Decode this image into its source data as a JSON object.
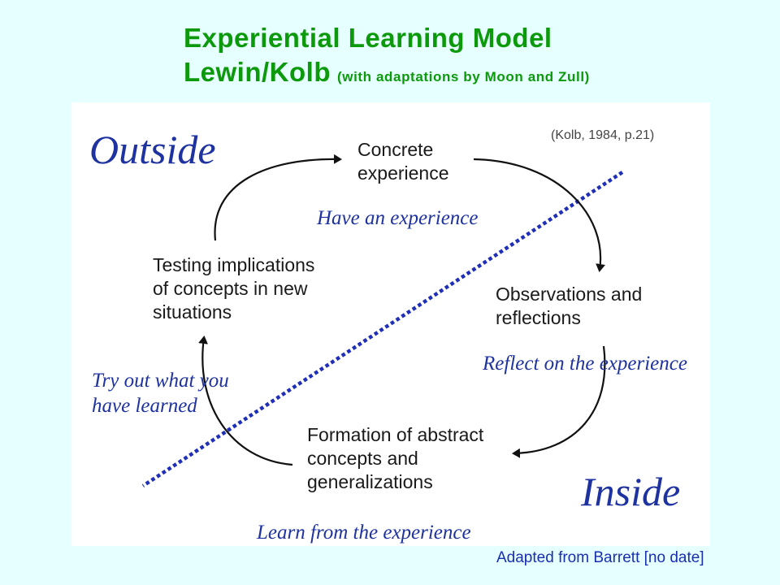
{
  "title": {
    "line1": "Experiential Learning Model",
    "line2": "Lewin/Kolb",
    "subtitle": "(with adaptations by Moon and Zull)"
  },
  "diagram": {
    "outside": "Outside",
    "inside": "Inside",
    "citation": "(Kolb, 1984, p.21)",
    "stages": {
      "concrete": "Concrete\nexperience",
      "observations": "Observations and\nreflections",
      "formation": "Formation of abstract\nconcepts and\ngeneralizations",
      "testing": "Testing implications\nof concepts in new\nsituations"
    },
    "actions": {
      "have": "Have an  experience",
      "reflect": "Reflect on the experience",
      "learn": "Learn from the experience",
      "try": "Try out what you\nhave learned"
    }
  },
  "source": "Adapted from Barrett [no date]",
  "colors": {
    "background": "#e6ffff",
    "title": "#0c9a0c",
    "accent": "#1e32a0",
    "dotted_line": "#1f2fb8"
  }
}
